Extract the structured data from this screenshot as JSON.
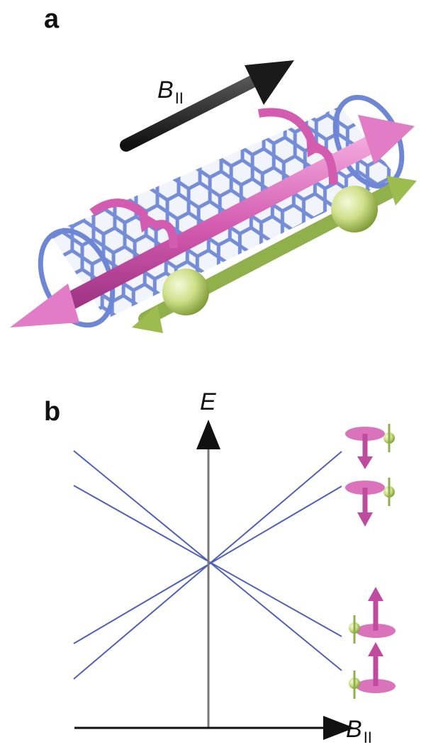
{
  "figure": {
    "panel_a": {
      "label": "a",
      "field_label_main": "B",
      "field_label_sub": "II"
    },
    "panel_b": {
      "label": "b",
      "y_axis_label": "E",
      "x_axis_label_main": "B",
      "x_axis_label_sub": "II"
    },
    "colors": {
      "tube": "#6e86d6",
      "orbital": "#d35bb0",
      "spin": "#b9d65f",
      "lines": "#4f60b8",
      "axes": "#111111"
    }
  }
}
